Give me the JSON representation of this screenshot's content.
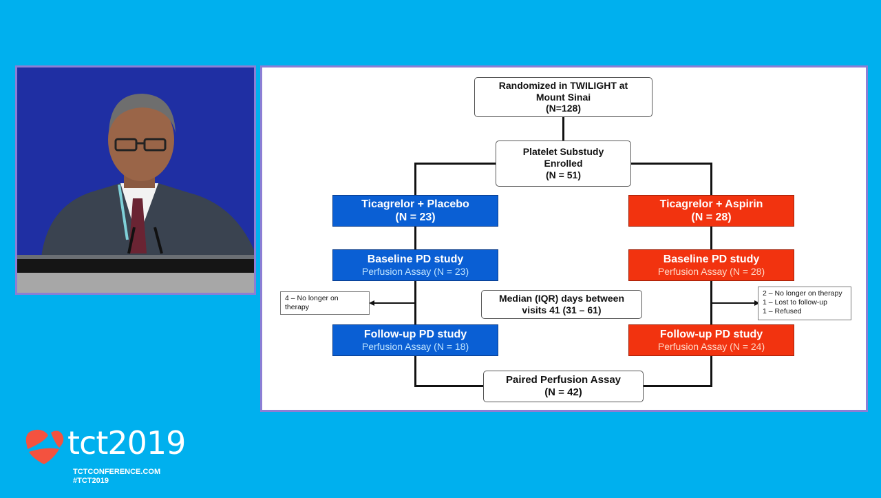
{
  "video": {
    "description_icon": "presenter-video-feed"
  },
  "flowchart": {
    "randomized": {
      "line1": "Randomized in TWILIGHT at",
      "line2": "Mount Sinai",
      "line3": "(N=128)"
    },
    "enrolled": {
      "line1": "Platelet Substudy",
      "line2": "Enrolled",
      "line3": "(N = 51)"
    },
    "left_arm": {
      "title": "Ticagrelor + Placebo",
      "n": "(N = 23)"
    },
    "right_arm": {
      "title": "Ticagrelor + Aspirin",
      "n": "(N = 28)"
    },
    "left_baseline": {
      "title": "Baseline PD study",
      "sub": "Perfusion Assay (N = 23)"
    },
    "right_baseline": {
      "title": "Baseline PD study",
      "sub": "Perfusion Assay (N = 28)"
    },
    "left_exclusion": {
      "line1": "4 – No longer on",
      "line2": "therapy"
    },
    "right_exclusion": {
      "line1": "2 – No longer on therapy",
      "line2": "1 – Lost to follow-up",
      "line3": "1 – Refused"
    },
    "median": {
      "line1": "Median (IQR) days between",
      "line2": "visits 41 (31 – 61)"
    },
    "left_followup": {
      "title": "Follow-up PD study",
      "sub": "Perfusion Assay (N = 18)"
    },
    "right_followup": {
      "title": "Follow-up PD study",
      "sub": "Perfusion Assay (N = 24)"
    },
    "paired": {
      "line1": "Paired Perfusion Assay",
      "line2": "(N = 42)"
    }
  },
  "branding": {
    "logo_text": "tct2019",
    "website": "TCTCONFERENCE.COM",
    "hashtag": "#TCT2019"
  },
  "colors": {
    "background": "#00b0ee",
    "frame": "#8c7ed4",
    "placebo_arm": "#0a5fd4",
    "aspirin_arm": "#f2330f",
    "logo_heart": "#f4523f"
  }
}
